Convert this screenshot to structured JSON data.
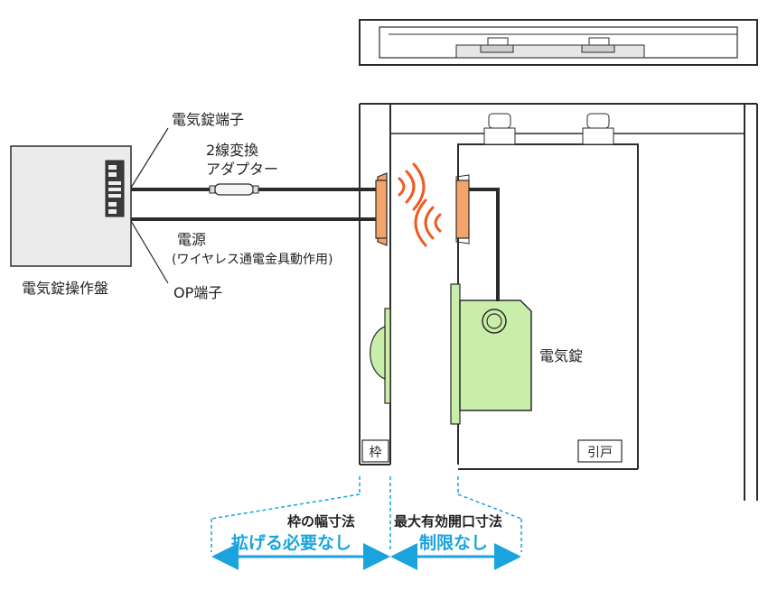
{
  "labels": {
    "terminal_electric_lock": "電気錠端子",
    "adapter_line1": "2線変換",
    "adapter_line2": "アダプター",
    "power_line1": "電源",
    "power_line2": "(ワイヤレス通電金具動作用)",
    "op_terminal": "OP端子",
    "control_panel": "電気錠操作盤",
    "electric_lock": "電気錠",
    "frame_tag": "枠",
    "door_tag": "引戸",
    "frame_width": "枠の幅寸法",
    "no_widening": "拡げる必要なし",
    "max_opening": "最大有効開口寸法",
    "no_limit": "制限なし"
  },
  "colors": {
    "accent_blue": "#1aa3dc",
    "lock_green": "#c9eeaa",
    "wireless_orange": "#f4a46a",
    "wave_orange": "#f05a22",
    "line": "#2b2b2b"
  },
  "icons": {
    "wave": "wireless-wave-icon",
    "arrow": "double-arrow-icon"
  }
}
